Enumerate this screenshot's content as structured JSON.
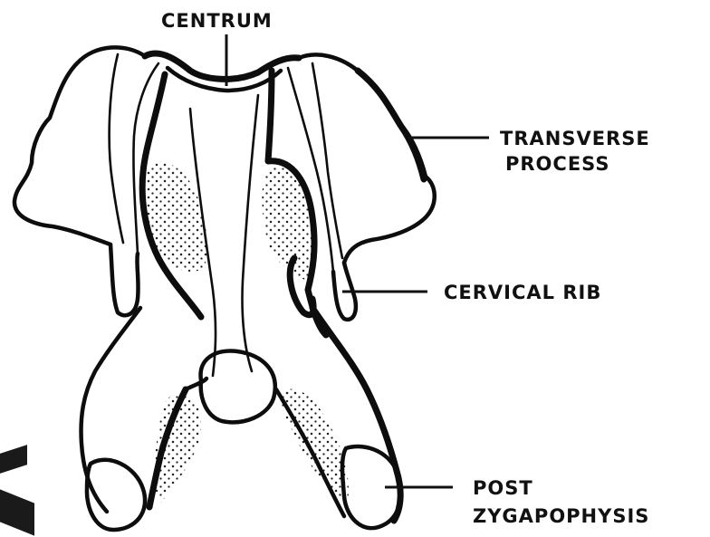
{
  "labels": {
    "centrum": "CENTRUM",
    "transverse_line1": "TRANSVERSE",
    "transverse_line2": "PROCESS",
    "cervical_rib": "CERVICAL RIB",
    "post_line1": "POST",
    "post_line2": "ZYGAPOPHYSIS"
  }
}
